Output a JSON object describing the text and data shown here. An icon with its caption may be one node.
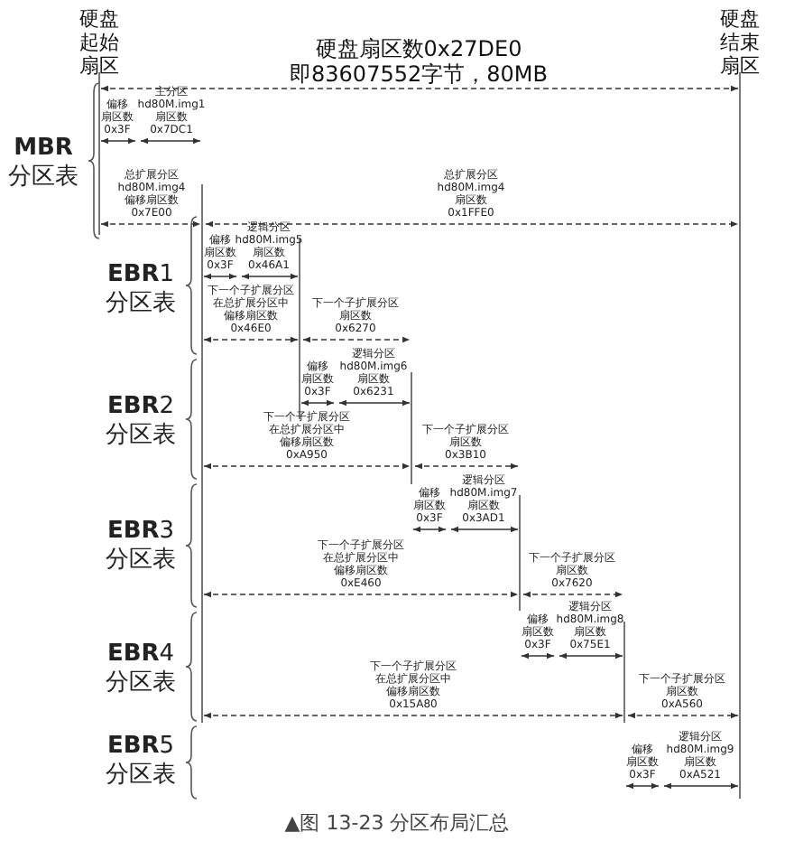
{
  "diagram": {
    "caption": "▲图 13-23 分区布局汇总",
    "labels": [
      "硬盘起始扇区",
      "硬盘扇区数0x27DE0 即83607552字节，80MB",
      "硬盘结束扇区",
      "**MBR** 分区表",
      "偏移扇区数 0x3F",
      "主分区 hd80M.img1 扇区数 0x7DC1",
      "总扩展分区 hd80M.img4 偏移扇区数 0x7E00",
      "总扩展分区 hd80M.img4 扇区数 0x1FFE0",
      "**EBR**1 分区表",
      "偏移扇区数 0x3F",
      "逻辑分区 hd80M.img5 扇区数 0x46A1",
      "下一个子扩展分区在总扩展分区中偏移扇区数 0x46E0",
      "下一个子扩展分区扇区数 0x6270",
      "**EBR**2 分区表",
      "偏移扇区数 0x3F",
      "逻辑分区 hd80M.img6 扇区数 0x6231",
      "下一个子扩展分区在总扩展分区中偏移扇区数 0xA950",
      "下一个子扩展分区扇区数 0x3B10",
      "**EBR**3 分区表",
      "偏移扇区数 0x3F",
      "逻辑分区 hd80M.img7 扇区数 0x3AD1",
      "下一个子扩展分区在总扩展分区中偏移扇区数 0xE460",
      "下一个子扩展分区扇区数 0x7620",
      "**EBR**4 分区表",
      "偏移扇区数 0x3F",
      "逻辑分区 hd80M.img8 扇区数 0x75E1",
      "下一个子扩展分区在总扩展分区中偏移扇区数 0x15A80",
      "下一个子扩展分区扇区数 0xA560",
      "**EBR**5 分区表",
      "偏移扇区数 0x3F",
      "逻辑分区 hd80M.img9 扇区数 0xA521"
    ]
  }
}
